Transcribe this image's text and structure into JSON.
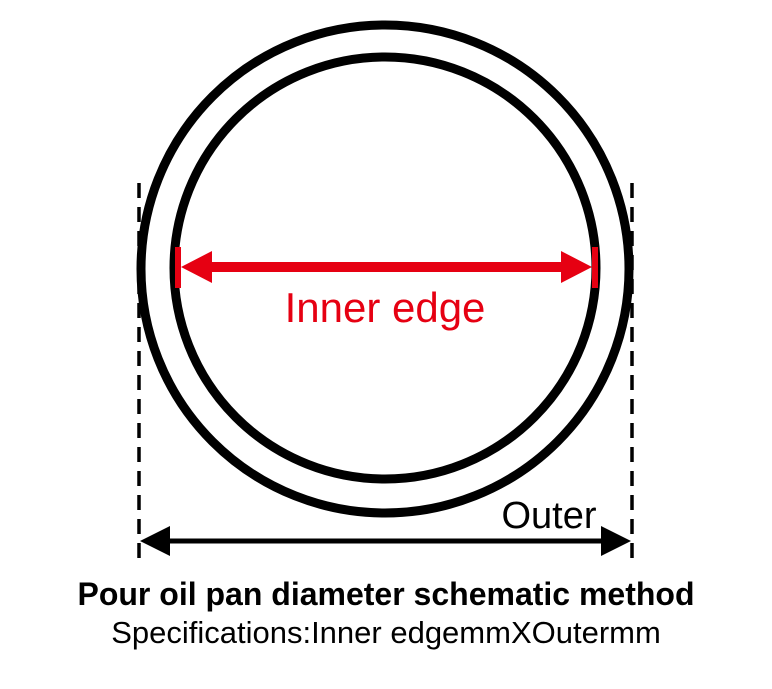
{
  "diagram": {
    "labels": {
      "inner": "Inner edge",
      "outer": "Outer"
    },
    "colors": {
      "inner_dimension_red": "#e60012",
      "outline_black": "#000000",
      "background": "#ffffff"
    }
  },
  "caption": {
    "title": "Pour oil pan diameter schematic method",
    "specifications": "Specifications:Inner edgemmXOutermm"
  }
}
